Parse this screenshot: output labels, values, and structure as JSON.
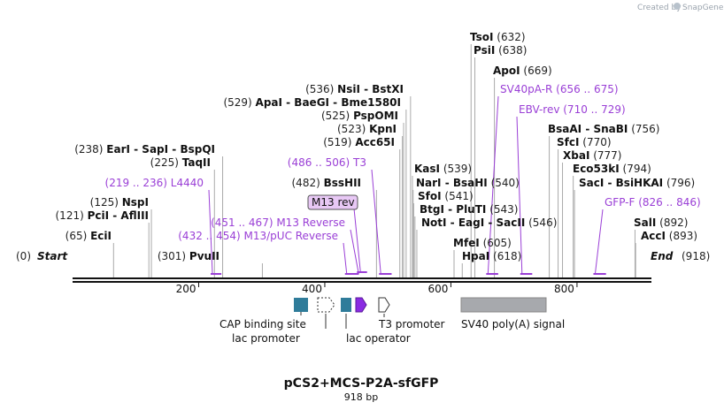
{
  "credit": {
    "text": "Created by",
    "brand": "SnapGene"
  },
  "plasmid": {
    "name": "pCS2+MCS-P2A-sfGFP",
    "size_label": "918 bp",
    "length_bp": 918
  },
  "colors": {
    "site_line": "#aaaaaa",
    "primer": "#9a3fd6",
    "backbone": "#111111",
    "promoter_box": "#2f7c9a",
    "operator_arrow": "#8a2be2",
    "polyA": "#a7a9ad",
    "primer_box_fill": "#e8c8f5"
  },
  "ruler": {
    "ticks": [
      {
        "value": 200,
        "label": "200"
      },
      {
        "value": 400,
        "label": "400"
      },
      {
        "value": 600,
        "label": "600"
      },
      {
        "value": 800,
        "label": "800"
      }
    ]
  },
  "start_end": {
    "start": {
      "pos": "(0)",
      "name": "Start"
    },
    "end": {
      "pos": "(918)",
      "name": "End"
    }
  },
  "sites": [
    {
      "id": "s-ecii",
      "text": "(65)   EciI",
      "bp": 65,
      "pre": "(65)",
      "name": "EciI",
      "post": ""
    },
    {
      "id": "s-pcii",
      "text": "(121)  PciI - AflIII",
      "bp": 121,
      "pre": "(121)",
      "name": "PciI  -  AflIII",
      "post": ""
    },
    {
      "id": "s-nspi",
      "text": "(125)  NspI",
      "bp": 125,
      "pre": "(125)",
      "name": "NspI",
      "post": ""
    },
    {
      "id": "s-taqii",
      "text": "(225)  TaqII",
      "bp": 225,
      "pre": "(225)",
      "name": "TaqII",
      "post": ""
    },
    {
      "id": "s-eari",
      "text": "(238) EarI - SapI - BspQI",
      "bp": 238,
      "pre": "(238)",
      "name": "EarI  -  SapI  -  BspQI",
      "post": ""
    },
    {
      "id": "s-pvuii",
      "text": "(301) PvuII",
      "bp": 301,
      "pre": "(301)",
      "name": "PvuII",
      "post": ""
    },
    {
      "id": "s-bsshii",
      "text": "(482) BssHII",
      "bp": 482,
      "pre": "(482)",
      "name": "BssHII",
      "post": ""
    },
    {
      "id": "s-acc65i",
      "text": "(519) Acc65I",
      "bp": 519,
      "pre": "(519)",
      "name": "Acc65I",
      "post": ""
    },
    {
      "id": "s-kpni",
      "text": "(523) KpnI",
      "bp": 523,
      "pre": "(523)",
      "name": "KpnI",
      "post": ""
    },
    {
      "id": "s-pspomi",
      "text": "(525) PspOMI",
      "bp": 525,
      "pre": "(525)",
      "name": "PspOMI",
      "post": ""
    },
    {
      "id": "s-apai",
      "text": "(529) ApaI - BaeGI - Bme1580I",
      "bp": 529,
      "pre": "(529)",
      "name": "ApaI  -  BaeGI  -  Bme1580I",
      "post": ""
    },
    {
      "id": "s-nsii",
      "text": "(536) NsiI - BstXI",
      "bp": 536,
      "pre": "(536)",
      "name": "NsiI  -  BstXI",
      "post": ""
    },
    {
      "id": "s-kasi",
      "text": "KasI (539)",
      "bp": 539,
      "pre": "",
      "name": "KasI",
      "post": "(539)"
    },
    {
      "id": "s-nari",
      "text": "NarI - BsaHI (540)",
      "bp": 540,
      "pre": "",
      "name": "NarI  -  BsaHI",
      "post": "(540)"
    },
    {
      "id": "s-sfoi",
      "text": "SfoI (541)",
      "bp": 541,
      "pre": "",
      "name": "SfoI",
      "post": "(541)"
    },
    {
      "id": "s-btgi",
      "text": "BtgI - PluTI (543)",
      "bp": 543,
      "pre": "",
      "name": "BtgI  -  PluTI",
      "post": "(543)"
    },
    {
      "id": "s-noti",
      "text": "NotI - EagI - SacII (546)",
      "bp": 546,
      "pre": "",
      "name": "NotI  -  EagI  -  SacII",
      "post": "(546)"
    },
    {
      "id": "s-mfei",
      "text": "MfeI (605)",
      "bp": 605,
      "pre": "",
      "name": "MfeI",
      "post": "(605)"
    },
    {
      "id": "s-hpai",
      "text": "HpaI (618)",
      "bp": 618,
      "pre": "",
      "name": "HpaI",
      "post": "(618)"
    },
    {
      "id": "s-tsoi",
      "text": "TsoI (632)",
      "bp": 632,
      "pre": "",
      "name": "TsoI",
      "post": "(632)"
    },
    {
      "id": "s-psii",
      "text": "PsiI (638)",
      "bp": 638,
      "pre": "",
      "name": "PsiI",
      "post": "(638)"
    },
    {
      "id": "s-apoi",
      "text": "ApoI (669)",
      "bp": 669,
      "pre": "",
      "name": "ApoI",
      "post": "(669)"
    },
    {
      "id": "s-bsaai",
      "text": "BsaAI - SnaBI (756)",
      "bp": 756,
      "pre": "",
      "name": "BsaAI  -  SnaBI",
      "post": "(756)"
    },
    {
      "id": "s-sfci",
      "text": "SfcI (770)",
      "bp": 770,
      "pre": "",
      "name": "SfcI",
      "post": "(770)"
    },
    {
      "id": "s-xbai",
      "text": "XbaI (777)",
      "bp": 777,
      "pre": "",
      "name": "XbaI",
      "post": "(777)"
    },
    {
      "id": "s-eco53ki",
      "text": "Eco53kI (794)",
      "bp": 794,
      "pre": "",
      "name": "Eco53kI",
      "post": "(794)"
    },
    {
      "id": "s-saci",
      "text": "SacI - BsiHKAI (796)",
      "bp": 796,
      "pre": "",
      "name": "SacI  -  BsiHKAI",
      "post": "(796)"
    },
    {
      "id": "s-sali",
      "text": "SalI (892)",
      "bp": 892,
      "pre": "",
      "name": "SalI",
      "post": "(892)"
    },
    {
      "id": "s-acci",
      "text": "AccI (893)",
      "bp": 893,
      "pre": "",
      "name": "AccI",
      "post": "(893)"
    }
  ],
  "primers": [
    {
      "id": "p-l4440",
      "pre": "(219 .. 236)",
      "name": "L4440",
      "post": "",
      "start": 219,
      "end": 236,
      "boxed": false
    },
    {
      "id": "p-m13puc",
      "pre": "(432 .. 454)",
      "name": "M13/pUC Reverse",
      "post": "",
      "start": 432,
      "end": 454,
      "boxed": false
    },
    {
      "id": "p-m13rev",
      "pre": "(451 .. 467)",
      "name": "M13 Reverse",
      "post": "",
      "start": 451,
      "end": 467,
      "boxed": false
    },
    {
      "id": "p-m13r",
      "pre": "",
      "name": "M13 rev",
      "post": "",
      "start": 451,
      "end": 467,
      "boxed": true
    },
    {
      "id": "p-t3",
      "pre": "(486 .. 506)",
      "name": "T3",
      "post": "",
      "start": 486,
      "end": 506,
      "boxed": false
    },
    {
      "id": "p-sv40pa",
      "pre": "",
      "name": "SV40pA-R",
      "post": "(656 .. 675)",
      "start": 656,
      "end": 675,
      "boxed": false
    },
    {
      "id": "p-ebv",
      "pre": "",
      "name": "EBV-rev",
      "post": "(710 .. 729)",
      "start": 710,
      "end": 729,
      "boxed": false
    },
    {
      "id": "p-gfpf",
      "pre": "",
      "name": "GFP-F",
      "post": "(826 .. 846)",
      "start": 826,
      "end": 846,
      "boxed": false
    }
  ],
  "features": [
    {
      "id": "f-cap",
      "label": "CAP binding site"
    },
    {
      "id": "f-lacp",
      "label": "lac promoter"
    },
    {
      "id": "f-laco",
      "label": "lac operator"
    },
    {
      "id": "f-t3",
      "label": "T3 promoter"
    },
    {
      "id": "f-sv40",
      "label": "SV40 poly(A) signal"
    }
  ]
}
